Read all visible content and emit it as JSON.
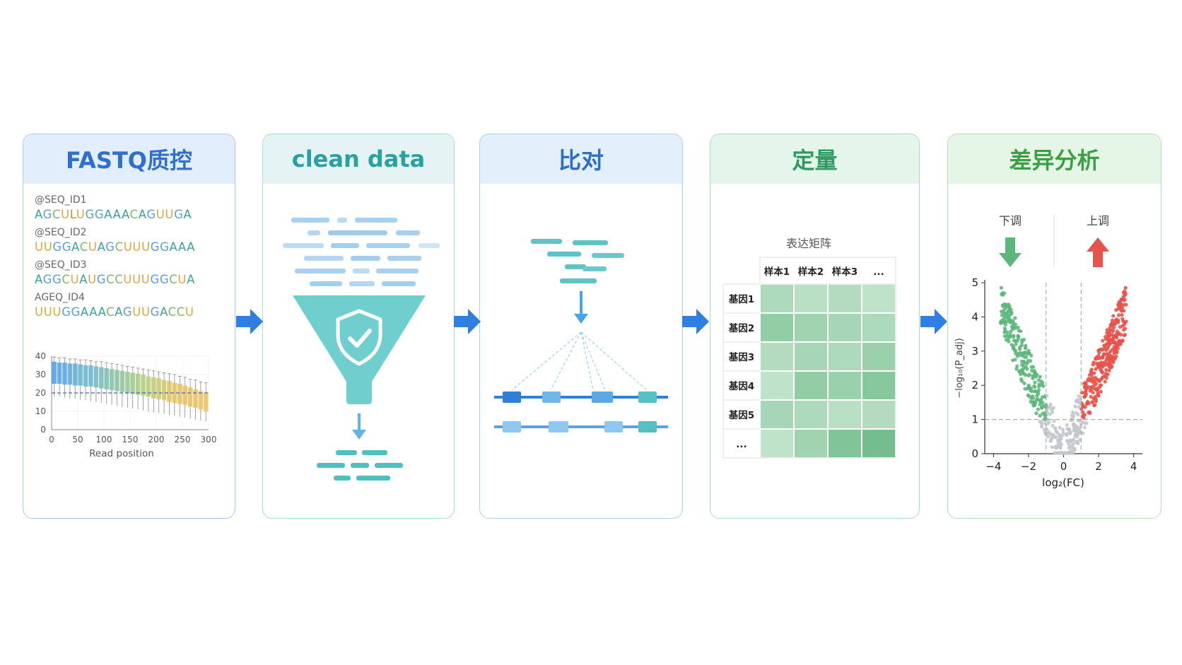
{
  "steps": [
    {
      "title": "FASTQ质控"
    },
    {
      "title": "clean data"
    },
    {
      "title": "比对"
    },
    {
      "title": "定量"
    },
    {
      "title": "差异分析"
    }
  ],
  "fastq": {
    "records": [
      {
        "id": "@SEQ_ID1",
        "seq": "AGCULUGGAAACAGUUGA"
      },
      {
        "id": "@SEQ_ID2",
        "seq": "UUGGACUAGCUUUGGAAA"
      },
      {
        "id": "@SEQ_ID3",
        "seq": "AGGCUAUGCCUUUGGCUA"
      },
      {
        "id": "AGEQ_ID4",
        "seq": "UUUGGAAACAGUUGACCU"
      }
    ],
    "base_colors": {
      "A": "#3aa0a0",
      "G": "#5c9fd6",
      "C": "#7fb86a",
      "U": "#e0a63c",
      "L": "#c98a3a"
    }
  },
  "quality_chart": {
    "chart_data": {
      "type": "box",
      "xlabel": "Read position",
      "x_ticks": [
        0,
        50,
        100,
        150,
        200,
        250,
        300
      ],
      "y_ticks": [
        0,
        10,
        20,
        30,
        40
      ],
      "xlim": [
        0,
        300
      ],
      "ylim": [
        0,
        40
      ],
      "threshold": 20,
      "positions": [
        5,
        15,
        25,
        35,
        45,
        55,
        65,
        75,
        85,
        95,
        105,
        115,
        125,
        135,
        145,
        155,
        165,
        175,
        185,
        195,
        205,
        215,
        225,
        235,
        245,
        255,
        265,
        275,
        285,
        295
      ],
      "q1": [
        25,
        25,
        24.5,
        24.5,
        24,
        24,
        23.5,
        23.5,
        23,
        22.5,
        22,
        21.5,
        21,
        20.5,
        20,
        19.5,
        19,
        18.5,
        18,
        17,
        16.5,
        16,
        15,
        14.5,
        14,
        13.5,
        12.5,
        12,
        11,
        10
      ],
      "q3": [
        37,
        36.5,
        36.5,
        36,
        36,
        35.5,
        35,
        35,
        34.5,
        34,
        33.5,
        33,
        32.5,
        32,
        31.5,
        31,
        30.5,
        30,
        29,
        28.5,
        28,
        27,
        26.5,
        25.5,
        25,
        24,
        23,
        22,
        21,
        20
      ],
      "whisker_high": [
        39.5,
        39,
        39,
        38.5,
        38.5,
        38,
        38,
        37.5,
        37,
        37,
        36.5,
        36,
        35.5,
        35,
        34.5,
        34,
        33.5,
        33,
        32.5,
        32,
        31.5,
        31,
        30.5,
        30,
        29,
        28.5,
        27.5,
        27,
        26,
        25.5
      ],
      "whisker_low": [
        18,
        18,
        17.5,
        17,
        17,
        16.5,
        16,
        15.5,
        15,
        14.5,
        14,
        13.5,
        13,
        12.5,
        12,
        11.5,
        11,
        10.5,
        10,
        9.5,
        9,
        8.5,
        8,
        7.5,
        7,
        6.5,
        6,
        5.5,
        5,
        4.5
      ]
    }
  },
  "matrix": {
    "title": "表达矩阵",
    "col_headers": [
      "样本1",
      "样本2",
      "样本3",
      "..."
    ],
    "row_headers": [
      "基因1",
      "基因2",
      "基因3",
      "基因4",
      "基因5",
      "..."
    ],
    "values": [
      [
        0.35,
        0.25,
        0.3,
        0.2
      ],
      [
        0.55,
        0.45,
        0.4,
        0.35
      ],
      [
        0.3,
        0.4,
        0.35,
        0.5
      ],
      [
        0.2,
        0.55,
        0.5,
        0.65
      ],
      [
        0.4,
        0.35,
        0.25,
        0.3
      ],
      [
        0.2,
        0.45,
        0.7,
        0.8
      ]
    ],
    "low_color": "#d8efdc",
    "high_color": "#5bb17a"
  },
  "volcano": {
    "down_label": "下调",
    "up_label": "上调",
    "down_color": "#5cb87a",
    "up_color": "#e5534b",
    "neutral_color": "#c3c7cc",
    "chart_data": {
      "type": "scatter",
      "xlabel": "log₂(FC)",
      "ylabel": "−log₁₀(P_adj)",
      "xlim": [
        -4.5,
        4.5
      ],
      "ylim": [
        0,
        5
      ],
      "x_ticks": [
        -4,
        -2,
        0,
        2,
        4
      ],
      "y_ticks": [
        0,
        1,
        2,
        3,
        4,
        5
      ],
      "fc_threshold": 1,
      "p_threshold": 1,
      "point_count": 700
    }
  },
  "colors": {
    "flow_arrow": "#2f7fe0"
  }
}
